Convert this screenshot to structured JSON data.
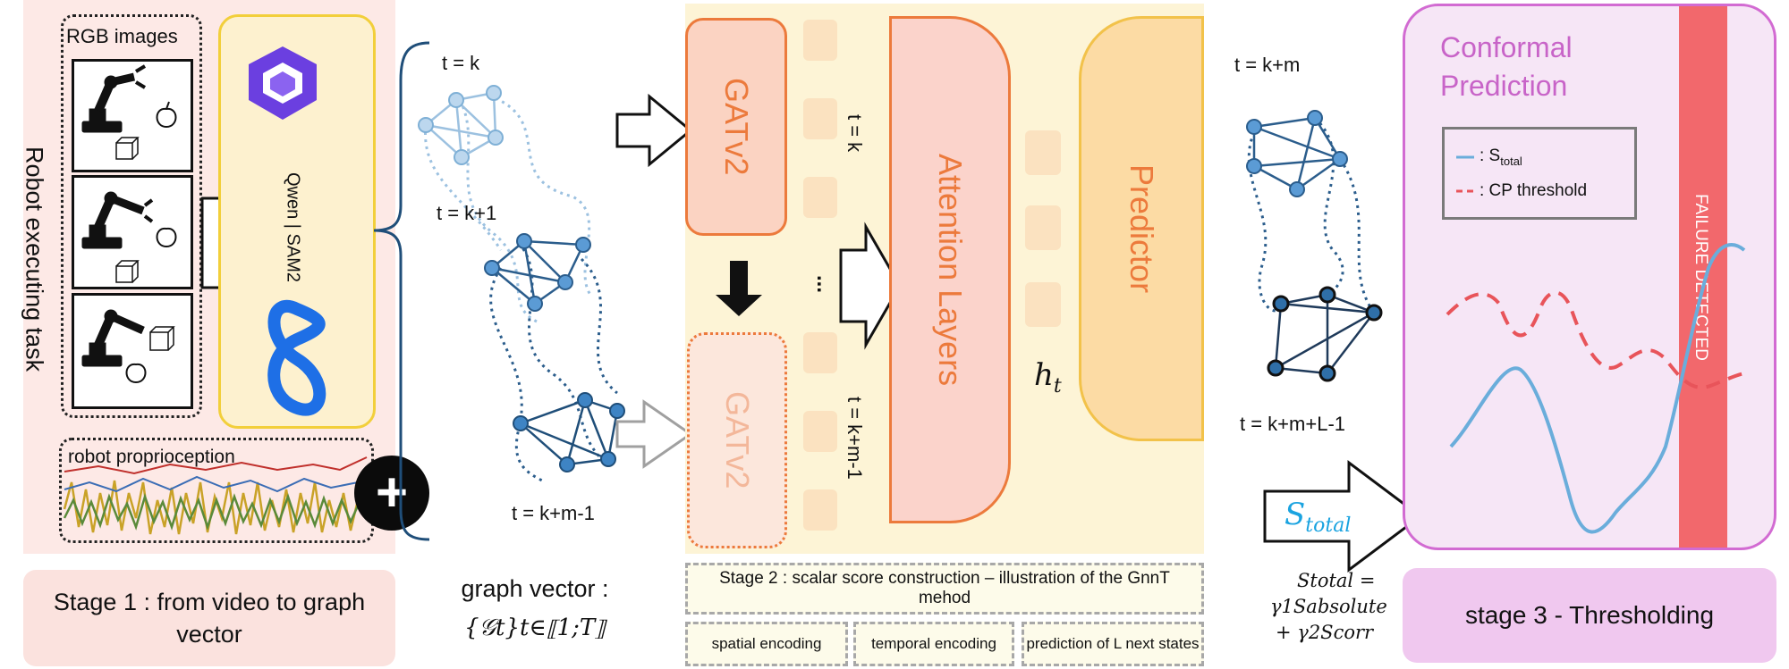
{
  "stage1": {
    "side_label": "Robot executing task",
    "rgb_label": "RGB images",
    "model_label": "Qwen | SAM2",
    "proprio_label": "robot proprioception",
    "plus": "+",
    "caption": "Stage 1 : from video to graph vector"
  },
  "graphs": {
    "t1": "t = k",
    "t2": "t = k+1",
    "t3": "t = k+m-1",
    "caption_line1": "graph vector :",
    "caption_math": "{𝒢t}t∈⟦1;T⟧"
  },
  "stage2": {
    "gat_top": "GATv2",
    "gat_bottom": "GATv2",
    "tok_label_top": "t = k",
    "tok_dots": "...",
    "tok_label_bottom": "t = k+m-1",
    "attention": "Attention Layers",
    "ht": "h",
    "ht_sub": "t",
    "predictor": "Predictor",
    "caption": "Stage 2 : scalar score construction –  illustration of the GnnT mehod",
    "sub1": "spatial encoding",
    "sub2": "temporal encoding",
    "sub3": "prediction of L next states"
  },
  "future": {
    "t_top": "t = k+m",
    "t_bottom": "t = k+m+L-1",
    "s_total_arrow": "S",
    "s_total_sub": "total",
    "formula_line1": "Stotal =",
    "formula_line2": "γ1Sabsolute",
    "formula_line3": "+ γ2Scorr"
  },
  "stage3": {
    "title_line1": "Conformal",
    "title_line2": "Prediction",
    "legend_s": ": S",
    "legend_s_sub": "total",
    "legend_cp": ": CP threshold",
    "failure": "FAILURE DETECTED",
    "caption": "stage 3 - Thresholding"
  },
  "colors": {
    "stage1_bg": "#fde9e6",
    "stage2_bg": "#fdf4d6",
    "stage3_bg": "#f6e6f6",
    "stage3_border": "#d26bd2",
    "orange": "#ec7a3c",
    "attention_fill": "#fbd3cb",
    "predictor_fill": "#fcdba4",
    "failure_band": "#f2686c",
    "signal_blue": "#6aaddb",
    "threshold_red": "#e8545a"
  }
}
